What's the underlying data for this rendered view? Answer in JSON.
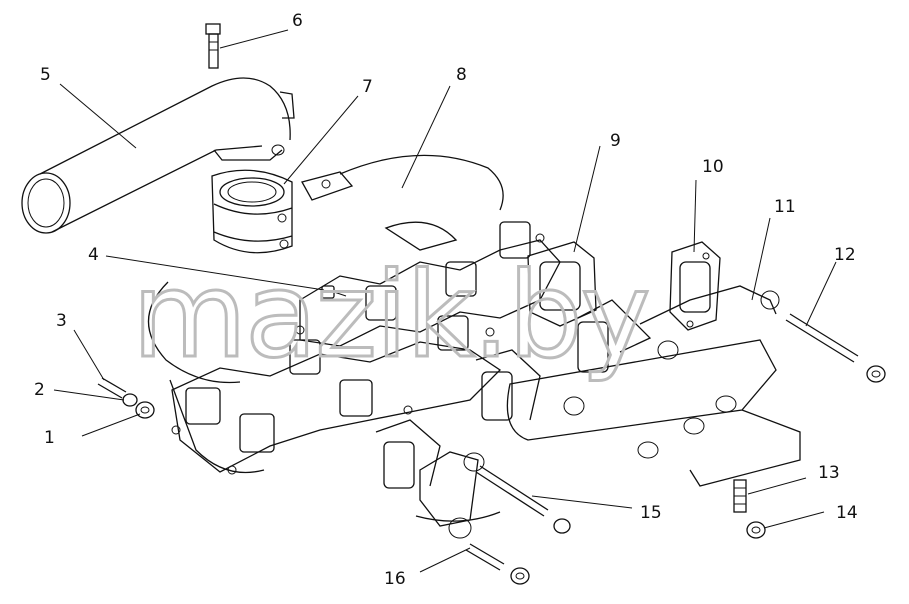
{
  "watermark": "mazik.by",
  "callouts": [
    {
      "id": "1",
      "text": "1"
    },
    {
      "id": "2",
      "text": "2"
    },
    {
      "id": "3",
      "text": "3"
    },
    {
      "id": "4",
      "text": "4"
    },
    {
      "id": "5",
      "text": "5"
    },
    {
      "id": "6",
      "text": "6"
    },
    {
      "id": "7",
      "text": "7"
    },
    {
      "id": "8",
      "text": "8"
    },
    {
      "id": "9",
      "text": "9"
    },
    {
      "id": "10",
      "text": "10"
    },
    {
      "id": "11",
      "text": "11"
    },
    {
      "id": "12",
      "text": "12"
    },
    {
      "id": "13",
      "text": "13"
    },
    {
      "id": "14",
      "text": "14"
    },
    {
      "id": "15",
      "text": "15"
    },
    {
      "id": "16",
      "text": "16"
    }
  ]
}
